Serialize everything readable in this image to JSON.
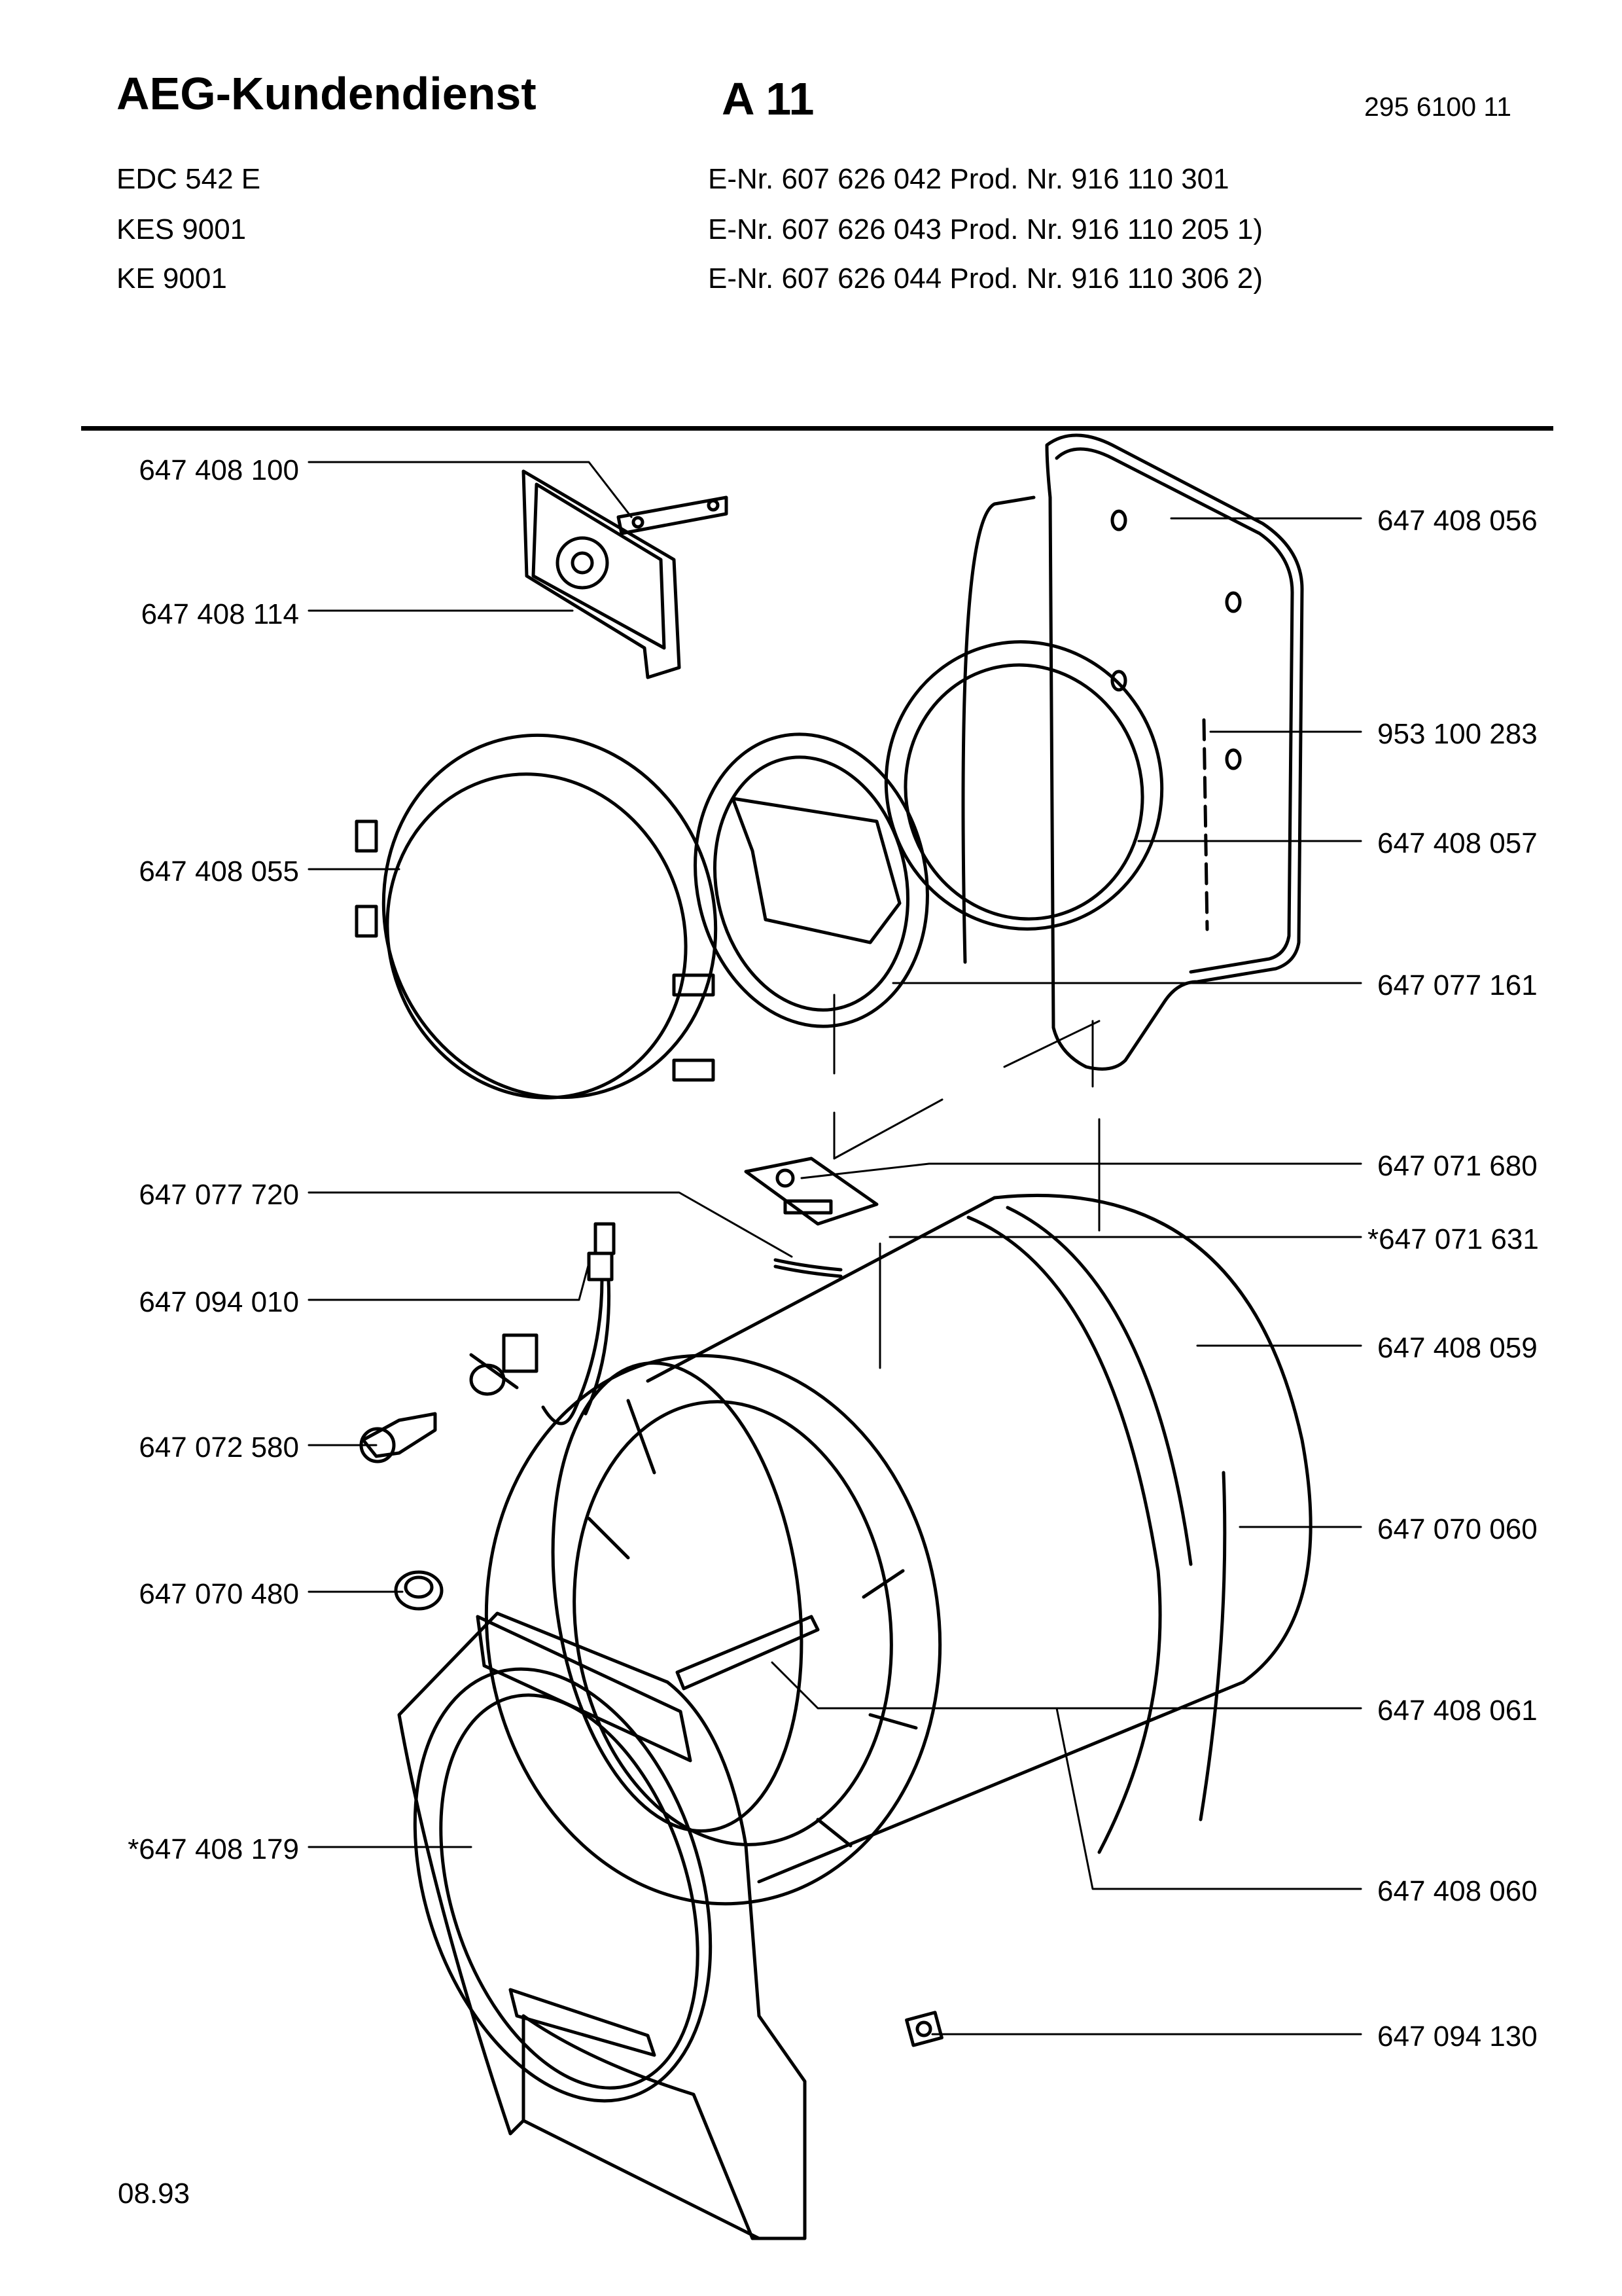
{
  "header": {
    "brand": "AEG-Kundendienst",
    "sheet": "A 11",
    "doc_number": "295 6100 11"
  },
  "models": [
    {
      "name": "EDC 542 E",
      "enr": "E-Nr. 607 626 042  Prod. Nr. 916 110 301"
    },
    {
      "name": "KES 9001",
      "enr": "E-Nr. 607 626 043  Prod. Nr. 916 110 205  1)"
    },
    {
      "name": "KE 9001",
      "enr": "E-Nr. 607 626 044  Prod. Nr. 916 110 306  2)"
    }
  ],
  "parts_left": [
    "647 408 100",
    "647 408 114",
    "647 408 055",
    "647 077 720",
    "647 094 010",
    "647 072 580",
    "647 070 480",
    "*647 408 179"
  ],
  "parts_right": [
    "647 408 056",
    "953 100 283",
    "647 408 057",
    "647 077 161",
    "647 071 680",
    "*647 071 631",
    "647 408 059",
    "647 070 060",
    "647 408 061",
    "647 408 060",
    "647 094 130"
  ],
  "footer": {
    "date": "08.93"
  }
}
